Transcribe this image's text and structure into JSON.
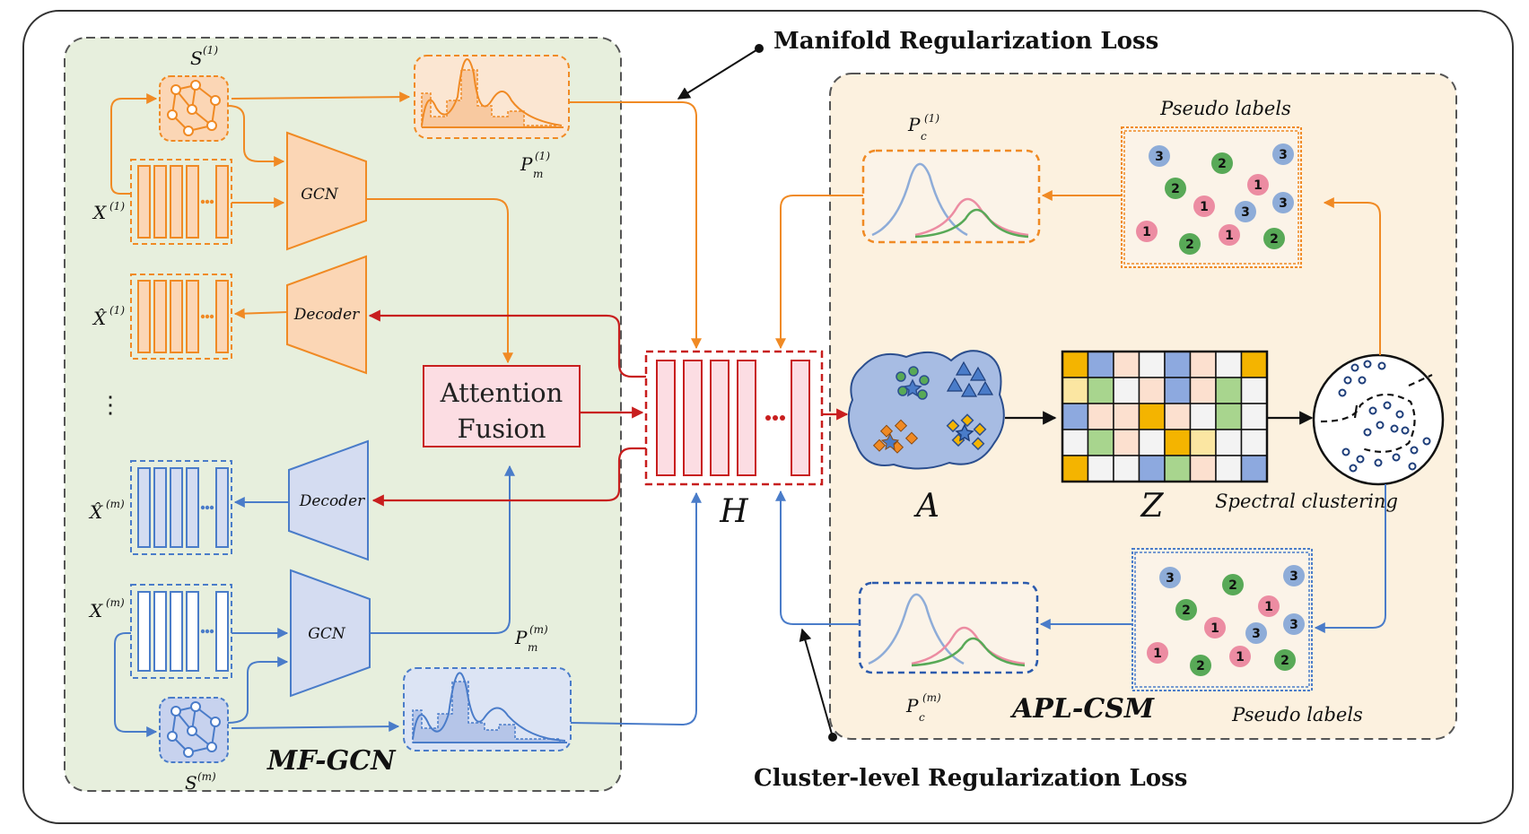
{
  "labels": {
    "manifold_loss": "Manifold Regularization Loss",
    "cluster_loss": "Cluster-level Regularization Loss",
    "mf_gcn": "MF-GCN",
    "apl_csm": "APL-CSM",
    "attention_line1": "Attention",
    "attention_line2": "Fusion",
    "gcn": "GCN",
    "decoder": "Decoder",
    "h": "H",
    "a": "A",
    "z": "Z",
    "spectral": "Spectral clustering",
    "pseudo_top": "Pseudo labels",
    "pseudo_bottom": "Pseudo labels",
    "x1": "X",
    "x1_sup": "(1)",
    "xhat1": "X̂",
    "xhat1_sup": "(1)",
    "xm": "X",
    "xm_sup": "(m)",
    "xhatm": "X̂",
    "xhatm_sup": "(m)",
    "s1": "S",
    "s1_sup": "(1)",
    "sm": "S",
    "sm_sup": "(m)",
    "pm1": "P",
    "pm1_sub": "m",
    "pm1_sup": "(1)",
    "pmm": "P",
    "pmm_sub": "m",
    "pmm_sup": "(m)",
    "pc1": "P",
    "pc1_sub": "c",
    "pc1_sup": "(1)",
    "pcm": "P",
    "pcm_sub": "c",
    "pcm_sup": "(m)",
    "vdots": "⋮"
  },
  "pseudo_dots_top": [
    {
      "v": "3",
      "c": "blue"
    },
    {
      "v": "2",
      "c": "green"
    },
    {
      "v": "3",
      "c": "blue"
    },
    {
      "v": "2",
      "c": "green"
    },
    {
      "v": "1",
      "c": "pink"
    },
    {
      "v": "1",
      "c": "pink"
    },
    {
      "v": "3",
      "c": "blue"
    },
    {
      "v": "3",
      "c": "blue"
    },
    {
      "v": "1",
      "c": "pink"
    },
    {
      "v": "2",
      "c": "green"
    },
    {
      "v": "1",
      "c": "pink"
    },
    {
      "v": "2",
      "c": "green"
    }
  ],
  "pseudo_dots_bottom": [
    {
      "v": "3",
      "c": "blue"
    },
    {
      "v": "2",
      "c": "green"
    },
    {
      "v": "3",
      "c": "blue"
    },
    {
      "v": "2",
      "c": "green"
    },
    {
      "v": "1",
      "c": "pink"
    },
    {
      "v": "1",
      "c": "pink"
    },
    {
      "v": "3",
      "c": "blue"
    },
    {
      "v": "3",
      "c": "blue"
    },
    {
      "v": "1",
      "c": "pink"
    },
    {
      "v": "2",
      "c": "green"
    },
    {
      "v": "1",
      "c": "pink"
    },
    {
      "v": "2",
      "c": "green"
    }
  ],
  "z_matrix": [
    [
      "y",
      "b",
      "p",
      "w",
      "b",
      "p",
      "w",
      "y"
    ],
    [
      "l",
      "g",
      "w",
      "p",
      "b",
      "p",
      "g",
      "w"
    ],
    [
      "b",
      "p",
      "p",
      "y",
      "p",
      "w",
      "g",
      "w"
    ],
    [
      "w",
      "g",
      "p",
      "w",
      "y",
      "l",
      "w",
      "w"
    ],
    [
      "y",
      "w",
      "w",
      "b",
      "g",
      "p",
      "w",
      "b"
    ]
  ],
  "colors": {
    "orange": "#F08A24",
    "blue": "#4A7CC9",
    "red": "#C81E1E",
    "green_bg": "#E7EFDD",
    "cream_bg": "#FCF1DF",
    "pink_fill": "#FCDDE3",
    "dot_blue": "#8EACD8",
    "dot_green": "#58A957",
    "dot_pink": "#EC8CA2",
    "z_yellow": "#F4B400",
    "z_blue": "#8DA9DF",
    "z_peach": "#FCE0CF",
    "z_white": "#F3F3F3",
    "z_lightyellow": "#FBE6A2",
    "z_green": "#A8D58E"
  }
}
